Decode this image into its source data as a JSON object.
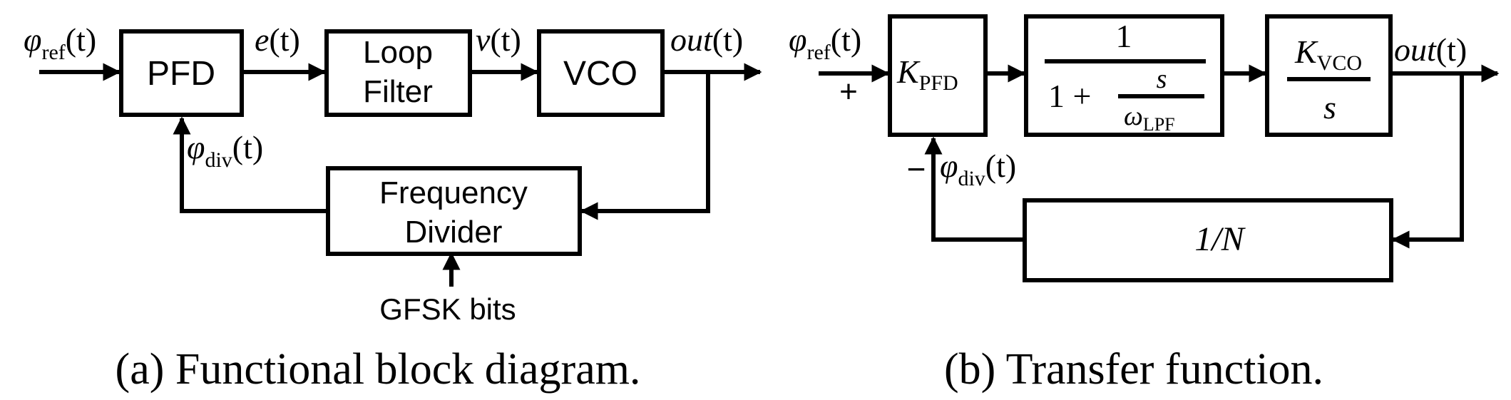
{
  "panel_a": {
    "caption": "(a) Functional block diagram.",
    "blocks": {
      "pfd": "PFD",
      "loop_filter": [
        "Loop",
        "Filter"
      ],
      "vco": "VCO",
      "divider": [
        "Frequency",
        "Divider"
      ]
    },
    "signals": {
      "phi_ref": {
        "sym": "φ",
        "sub": "ref",
        "arg": "(t)"
      },
      "e": {
        "sym": "e",
        "arg": "(t)"
      },
      "v": {
        "sym": "v",
        "arg": "(t)"
      },
      "out": {
        "sym": "out",
        "arg": "(t)"
      },
      "phi_div": {
        "sym": "φ",
        "sub": "div",
        "arg": "(t)"
      }
    },
    "input_label": "GFSK bits"
  },
  "panel_b": {
    "caption": "(b) Transfer function.",
    "blocks": {
      "kpfd": {
        "sym": "K",
        "sub": "PFD"
      },
      "lpf": {
        "num": "1",
        "den_prefix": "1 +",
        "frac_num": "s",
        "frac_den_sym": "ω",
        "frac_den_sub": "LPF"
      },
      "kvco": {
        "sym": "K",
        "sub": "VCO",
        "den": "s"
      },
      "divider": "1/N"
    },
    "signals": {
      "phi_ref": {
        "sym": "φ",
        "sub": "ref",
        "arg": "(t)"
      },
      "out": {
        "sym": "out",
        "arg": "(t)"
      },
      "phi_div": {
        "sym": "φ",
        "sub": "div",
        "arg": "(t)"
      }
    },
    "plus_sign": "+",
    "minus_sign": "−"
  },
  "colors": {
    "ink": "#000000",
    "background": "#ffffff"
  }
}
